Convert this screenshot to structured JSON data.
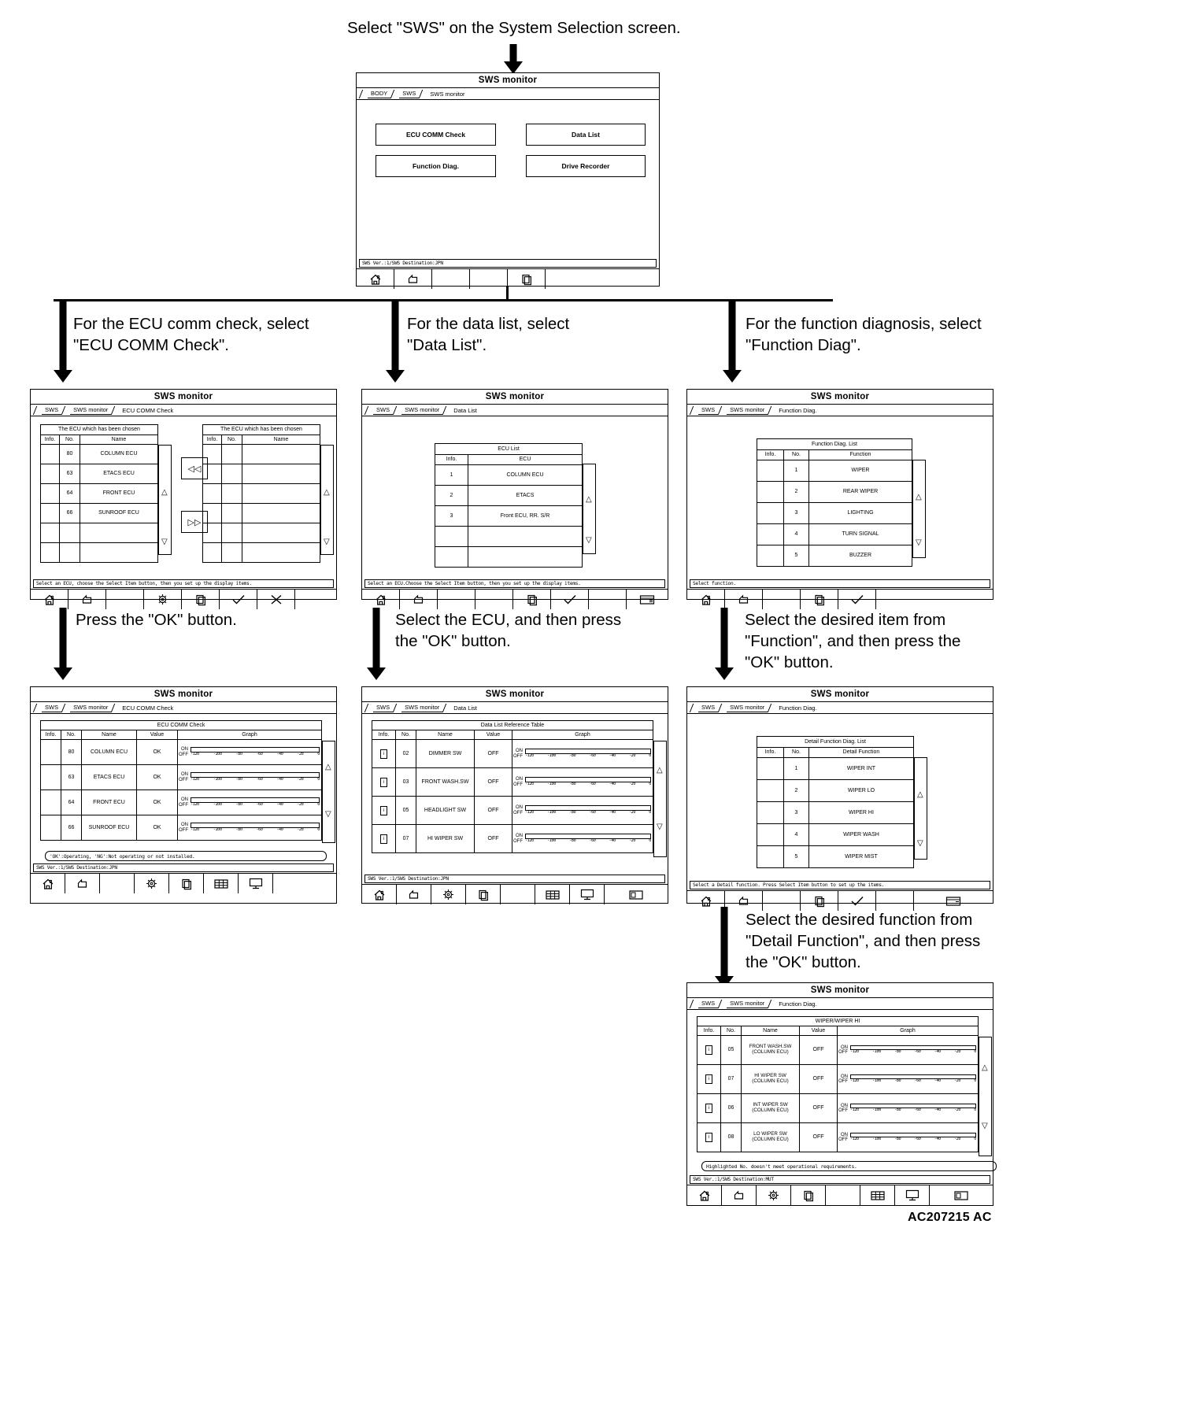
{
  "figure_code": "AC207215 AC",
  "steps": {
    "s1": "Select \"SWS\" on the System Selection screen.",
    "s2a": "For the ECU comm check, select\n\"ECU COMM Check\".",
    "s2b": "For the data list, select\n\"Data List\".",
    "s2c": "For the function diagnosis, select\n\"Function Diag\".",
    "s3a": "Press the \"OK\" button.",
    "s3b": "Select the ECU, and then press\nthe \"OK\" button.",
    "s3c": "Select the desired item from\n\"Function\", and then press the\n\"OK\" button.",
    "s4c": "Select the desired function from\n\"Detail Function\", and then press\nthe \"OK\" button."
  },
  "common": {
    "window_title": "SWS monitor",
    "status_jpn": "SWS Ver.:1/SWS Destination:JPN",
    "status_mut": "SWS Ver.:1/SWS Destination:MUT",
    "icons": {
      "home": "home-icon",
      "back": "back-arrow-icon",
      "settings": "gear-icon",
      "copy": "copy-icon",
      "ok": "check-icon",
      "cancel": "cross-icon",
      "table": "table-icon",
      "monitor": "monitor-icon",
      "window": "window-icon",
      "save": "save-icon"
    },
    "axis_ticks": [
      "-120",
      "-100",
      "-80",
      "-60",
      "-40",
      "-20",
      "0"
    ],
    "on_label": "ON",
    "off_label": "OFF"
  },
  "win_menu": {
    "breadcrumbs": [
      "BODY",
      "SWS",
      "SWS monitor"
    ],
    "buttons": [
      "ECU COMM Check",
      "Data List",
      "Function Diag.",
      "Drive Recorder"
    ]
  },
  "win_ecu_select": {
    "breadcrumbs": [
      "SWS",
      "SWS monitor",
      "ECU COMM Check"
    ],
    "left_caption": "The ECU which has been chosen",
    "right_caption": "The ECU which has been chosen",
    "headers": [
      "Info.",
      "No.",
      "Name"
    ],
    "rows": [
      {
        "info": "",
        "no": "80",
        "name": "COLUMN ECU"
      },
      {
        "info": "",
        "no": "63",
        "name": "ETACS ECU"
      },
      {
        "info": "",
        "no": "64",
        "name": "FRONT ECU"
      },
      {
        "info": "",
        "no": "66",
        "name": "SUNROOF ECU"
      },
      {
        "info": "",
        "no": "",
        "name": ""
      },
      {
        "info": "",
        "no": "",
        "name": ""
      }
    ],
    "right_rows": 6,
    "move_left": "◁◁",
    "move_right": "▷▷",
    "message": "Select an ECU, choose the Select Item button, then you set up the display items."
  },
  "win_datalist_select": {
    "breadcrumbs": [
      "SWS",
      "SWS monitor",
      "Data List"
    ],
    "caption": "ECU List",
    "headers": [
      "Info.",
      "ECU"
    ],
    "rows": [
      {
        "info": "1",
        "ecu": "COLUMN ECU"
      },
      {
        "info": "2",
        "ecu": "ETACS"
      },
      {
        "info": "3",
        "ecu": "Front ECU, RR. S/R"
      },
      {
        "info": "",
        "ecu": ""
      },
      {
        "info": "",
        "ecu": ""
      }
    ],
    "message": "Select an ECU.Choose the Select Item button, then you set up the display items."
  },
  "win_function_select": {
    "breadcrumbs": [
      "SWS",
      "SWS monitor",
      "Function Diag."
    ],
    "caption": "Function Diag. List",
    "headers": [
      "Info.",
      "No.",
      "Function"
    ],
    "rows": [
      {
        "info": "",
        "no": "1",
        "fn": "WIPER"
      },
      {
        "info": "",
        "no": "2",
        "fn": "REAR WIPER"
      },
      {
        "info": "",
        "no": "3",
        "fn": "LIGHTING"
      },
      {
        "info": "",
        "no": "4",
        "fn": "TURN SIGNAL"
      },
      {
        "info": "",
        "no": "5",
        "fn": "BUZZER"
      }
    ],
    "message": "Select function."
  },
  "win_ecu_result": {
    "breadcrumbs": [
      "SWS",
      "SWS monitor",
      "ECU COMM Check"
    ],
    "caption": "ECU COMM Check",
    "headers": [
      "Info.",
      "No.",
      "Name",
      "Value",
      "Graph"
    ],
    "rows": [
      {
        "info": "",
        "no": "80",
        "name": "COLUMN ECU",
        "value": "OK"
      },
      {
        "info": "",
        "no": "63",
        "name": "ETACS ECU",
        "value": "OK"
      },
      {
        "info": "",
        "no": "64",
        "name": "FRONT ECU",
        "value": "OK"
      },
      {
        "info": "",
        "no": "66",
        "name": "SUNROOF ECU",
        "value": "OK"
      }
    ],
    "note": "'OK':Operating, 'NG':Not operating or not installed."
  },
  "win_datalist_result": {
    "breadcrumbs": [
      "SWS",
      "SWS monitor",
      "Data List"
    ],
    "caption": "Data List Reference Table",
    "headers": [
      "Info.",
      "No.",
      "Name",
      "Value",
      "Graph"
    ],
    "rows": [
      {
        "info": "i",
        "no": "02",
        "name": "DIMMER SW",
        "value": "OFF"
      },
      {
        "info": "i",
        "no": "03",
        "name": "FRONT WASH.SW",
        "value": "OFF"
      },
      {
        "info": "i",
        "no": "05",
        "name": "HEADLIGHT SW",
        "value": "OFF"
      },
      {
        "info": "i",
        "no": "07",
        "name": "HI WIPER SW",
        "value": "OFF"
      }
    ]
  },
  "win_detail_function": {
    "breadcrumbs": [
      "SWS",
      "SWS monitor",
      "Function Diag."
    ],
    "caption": "Detail Function Diag. List",
    "headers": [
      "Info.",
      "No.",
      "Detail Function"
    ],
    "rows": [
      {
        "info": "",
        "no": "1",
        "fn": "WIPER INT"
      },
      {
        "info": "",
        "no": "2",
        "fn": "WIPER LO"
      },
      {
        "info": "",
        "no": "3",
        "fn": "WIPER HI"
      },
      {
        "info": "",
        "no": "4",
        "fn": "WIPER WASH"
      },
      {
        "info": "",
        "no": "5",
        "fn": "WIPER MIST"
      }
    ],
    "message": "Select a Detail function. Press Select Item button to set up the items."
  },
  "win_wiper_result": {
    "breadcrumbs": [
      "SWS",
      "SWS monitor",
      "Function Diag."
    ],
    "caption": "WIPER/WIPER HI",
    "headers": [
      "Info.",
      "No.",
      "Name",
      "Value",
      "Graph"
    ],
    "rows": [
      {
        "info": "i",
        "no": "05",
        "name": "FRONT WASH.SW\n(COLUMN ECU)",
        "value": "OFF"
      },
      {
        "info": "i",
        "no": "07",
        "name": "HI WIPER SW\n(COLUMN ECU)",
        "value": "OFF"
      },
      {
        "info": "i",
        "no": "06",
        "name": "INT WIPER SW\n(COLUMN ECU)",
        "value": "OFF"
      },
      {
        "info": "i",
        "no": "08",
        "name": "LO WIPER SW\n(COLUMN ECU)",
        "value": "OFF"
      }
    ],
    "note": "Highlighted No. doesn't meet operational requirements."
  }
}
